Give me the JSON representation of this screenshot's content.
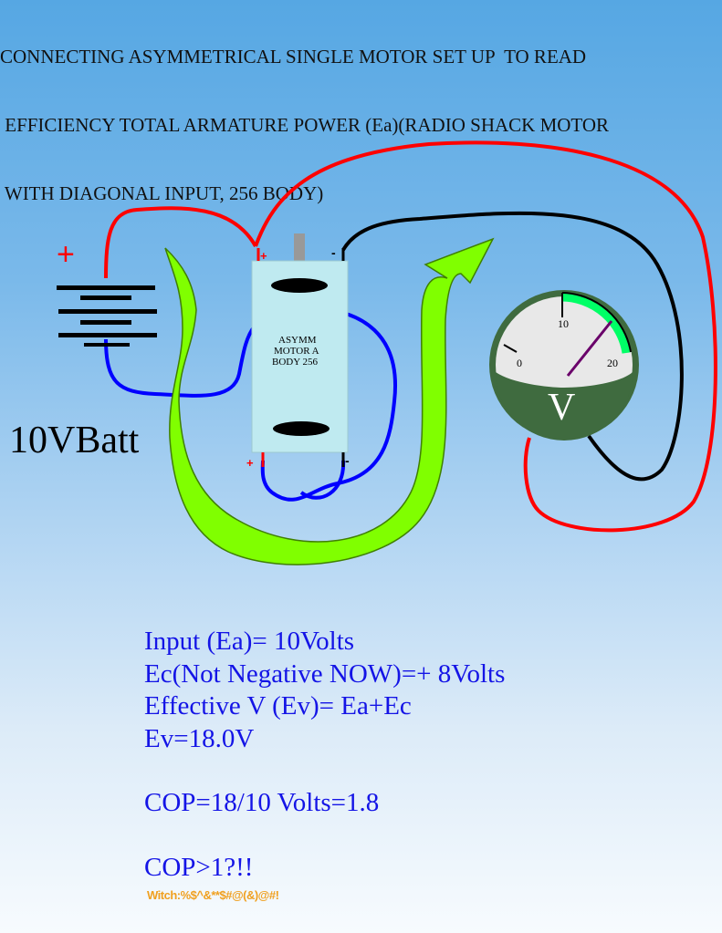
{
  "title_lines": [
    "CONNECTING ASYMMETRICAL SINGLE MOTOR SET UP  TO READ",
    " EFFICIENCY TOTAL ARMATURE POWER (Ea)(RADIO SHACK MOTOR",
    " WITH DIAGONAL INPUT, 256 BODY)"
  ],
  "battery": {
    "plus_sign": "+",
    "label": "10VBatt"
  },
  "motor": {
    "label_lines": [
      "ASYMM",
      "MOTOR  A",
      "BODY 256"
    ],
    "top_plus": "+",
    "top_minus": "-",
    "bottom_plus": "+",
    "bottom_minus": "-"
  },
  "meter": {
    "scale_labels": [
      "0",
      "10",
      "20"
    ],
    "symbol": "V"
  },
  "equations": {
    "line1": "Input (Ea)= 10Volts",
    "line2": "Ec(Not Negative NOW)=+ 8Volts",
    "line3": "Effective V (Ev)= Ea+Ec",
    "line4": "Ev=18.0V",
    "line5": "COP=18/10 Volts=1.8",
    "line6": "COP>1?!!"
  },
  "footer": "Witch:%$^&**$#@(&)@#!",
  "colors": {
    "red_wire": "#ff0000",
    "black_wire": "#000000",
    "blue_wire": "#0000ff",
    "arrow_green": "#80ff00",
    "motor_body": "#bfeaf0",
    "meter_face": "#3f6b3f",
    "equation_text": "#1414e6",
    "footer_text": "#f0a020"
  }
}
